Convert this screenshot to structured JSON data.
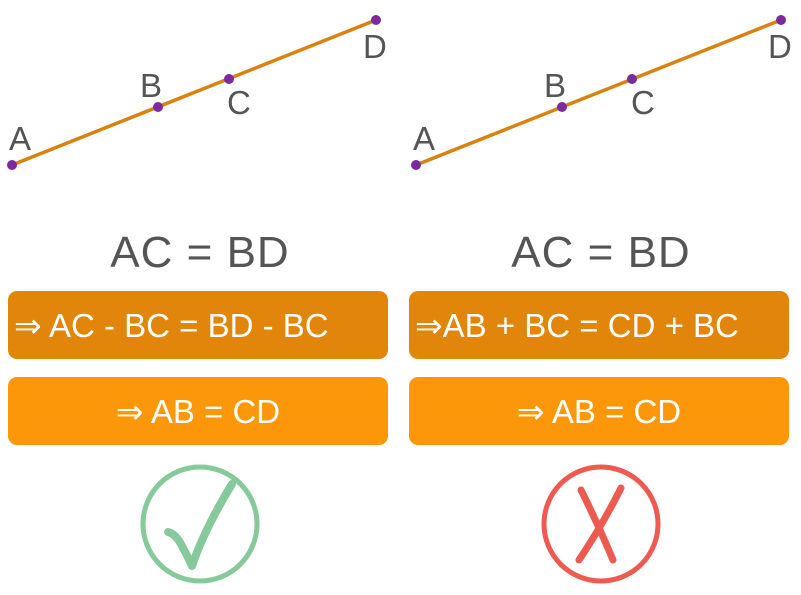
{
  "left": {
    "points": {
      "A": "A",
      "B": "B",
      "C": "C",
      "D": "D"
    },
    "given": "AC = BD",
    "step1": "⇒ AC - BC = BD - BC",
    "step2": "⇒ AB = CD",
    "verdict": "check-icon"
  },
  "right": {
    "points": {
      "A": "A",
      "B": "B",
      "C": "C",
      "D": "D"
    },
    "given": "AC = BD",
    "step1": "⇒AB + BC = CD + BC",
    "step2": "⇒ AB = CD",
    "verdict": "cross-icon"
  },
  "colors": {
    "segment": "#d9820f",
    "point": "#7d2a9c",
    "step1_box": "#e1860a",
    "step2_box": "#fb9708",
    "correct": "#86c99a",
    "incorrect": "#ec5a50",
    "text": "#555555"
  }
}
